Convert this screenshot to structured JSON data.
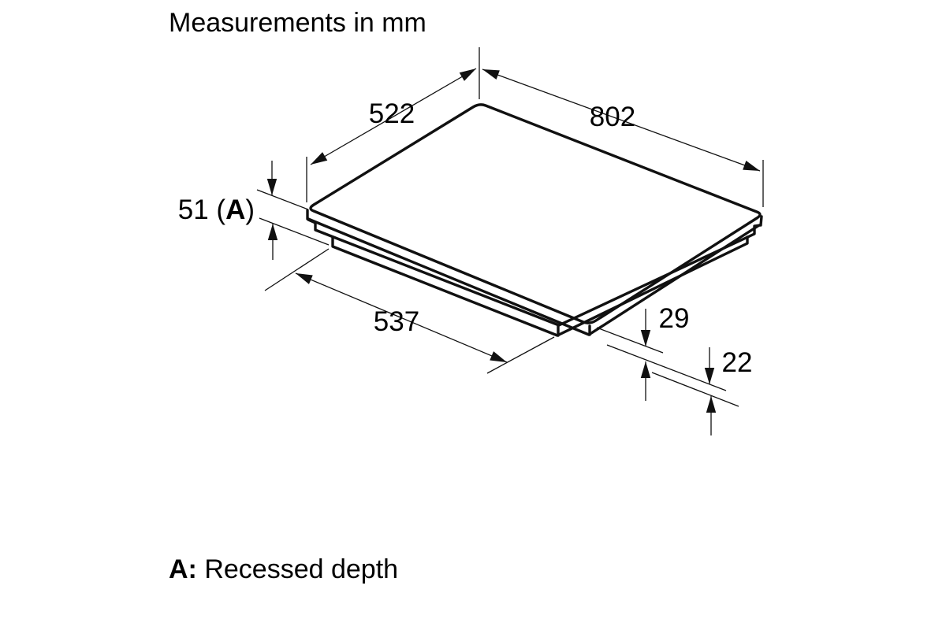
{
  "title": "Measurements in mm",
  "note": {
    "term": "A:",
    "definition": " Recessed depth"
  },
  "drawing": {
    "dimensions": {
      "glass_depth": "522",
      "glass_width": "802",
      "recessed_depth_prefix": "51 (",
      "recessed_depth_marker": "A",
      "recessed_depth_suffix": ")",
      "base_width": "537",
      "upper_section_height": "29",
      "lower_section_height": "22"
    }
  }
}
